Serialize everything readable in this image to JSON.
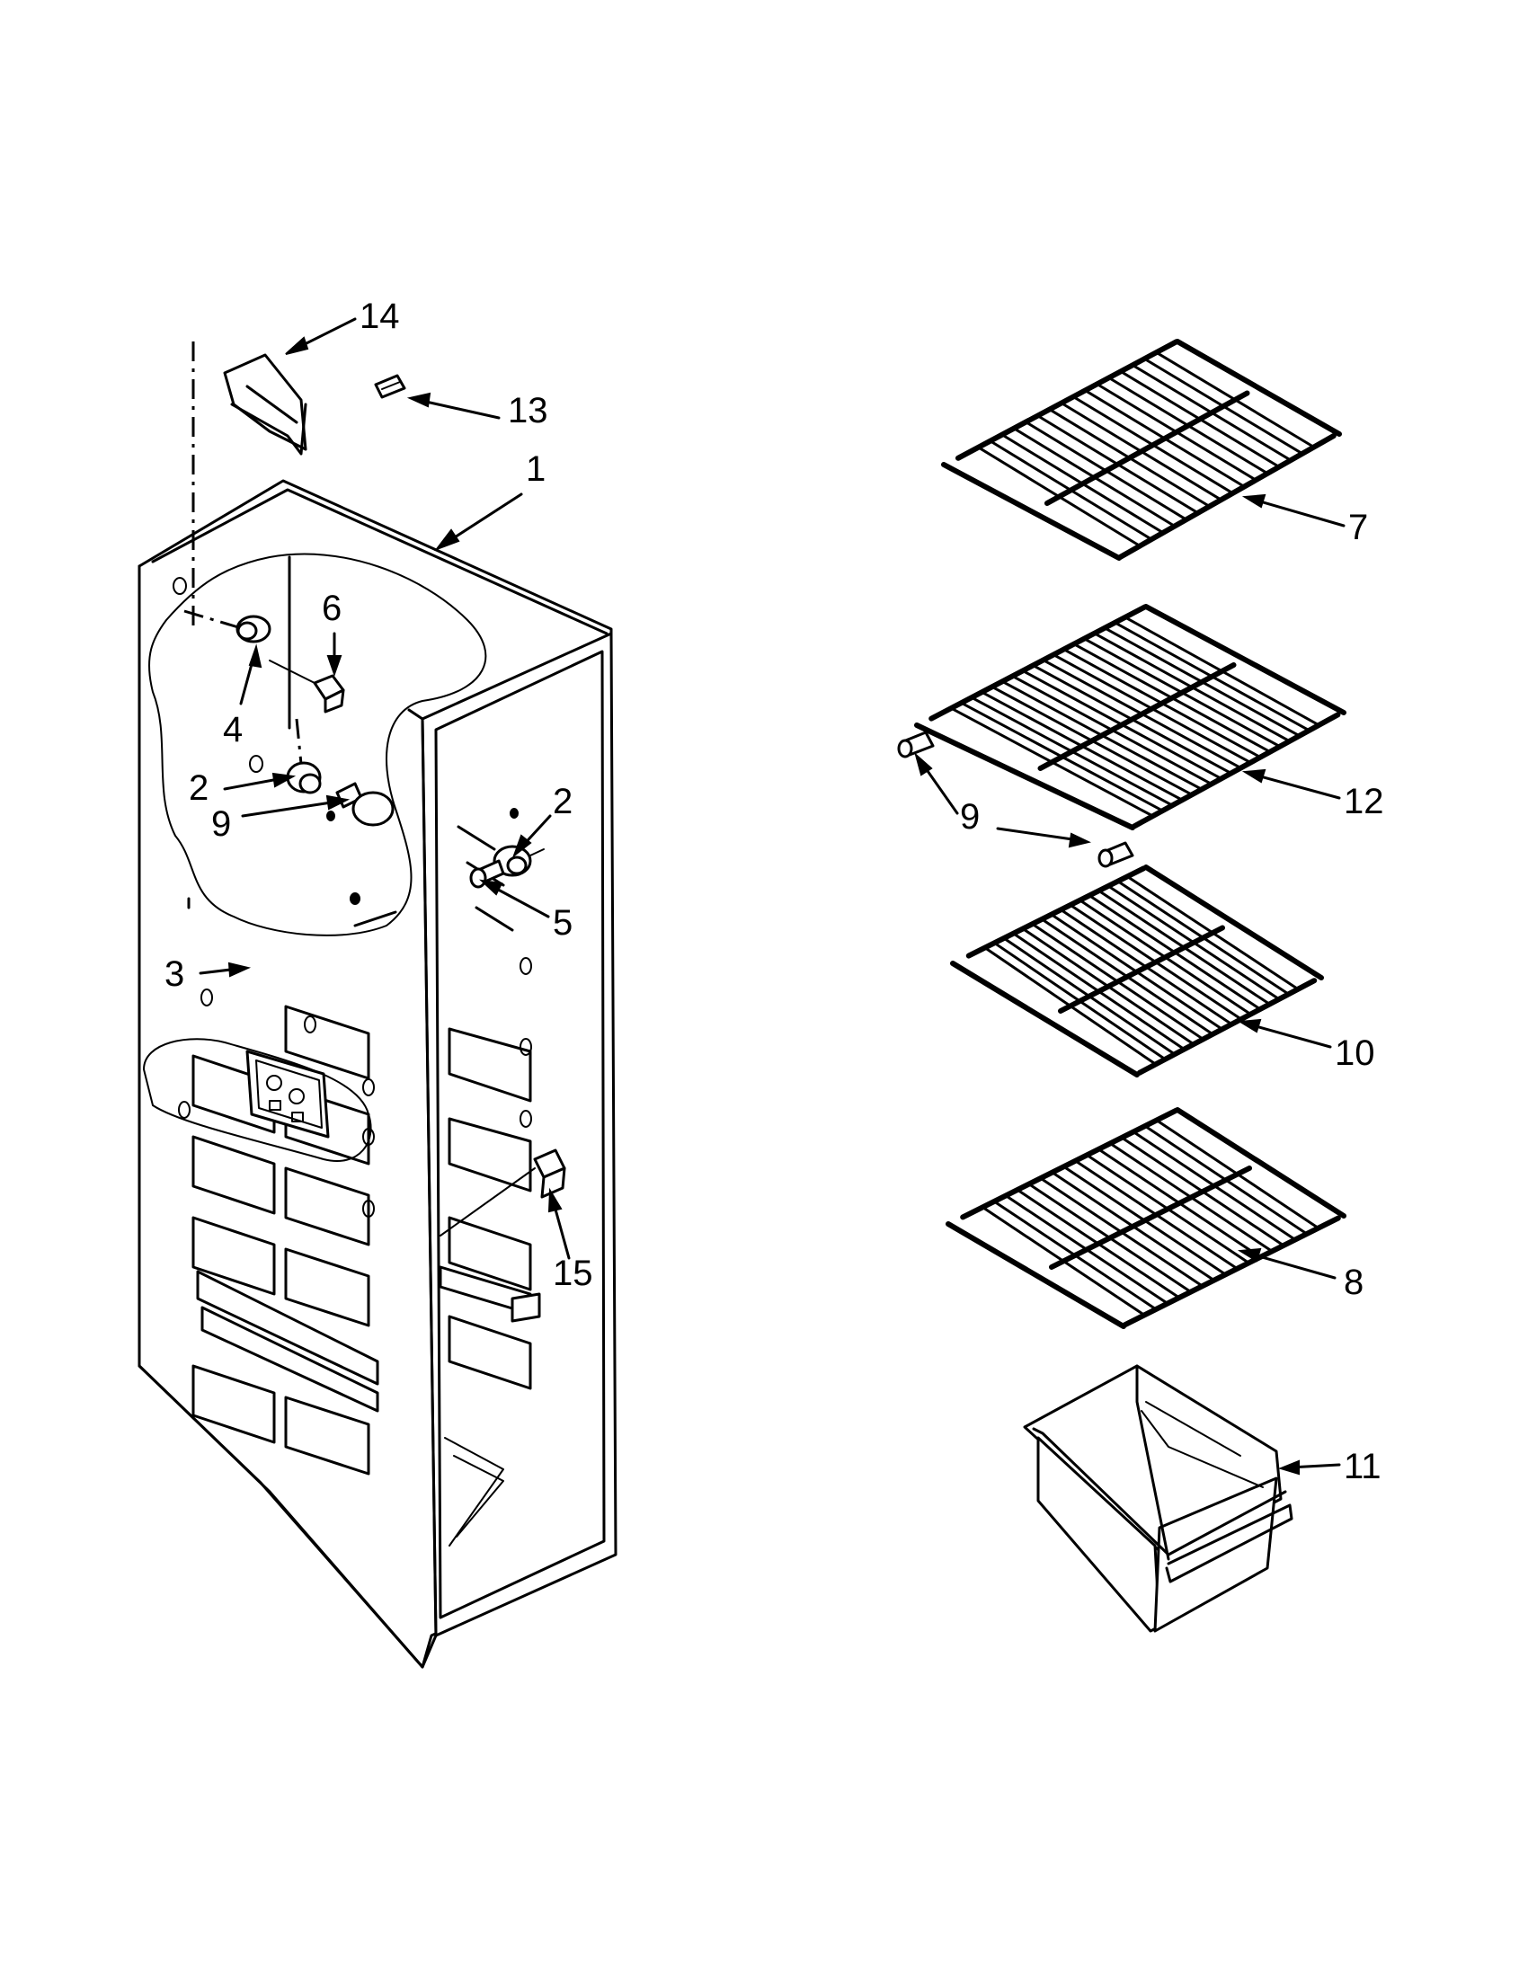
{
  "callouts": {
    "c1": "1",
    "c2a": "2",
    "c2b": "2",
    "c3": "3",
    "c4": "4",
    "c5": "5",
    "c6": "6",
    "c7": "7",
    "c8": "8",
    "c9a": "9",
    "c9b": "9",
    "c10": "10",
    "c11": "11",
    "c12": "12",
    "c13": "13",
    "c14": "14",
    "c15": "15"
  }
}
